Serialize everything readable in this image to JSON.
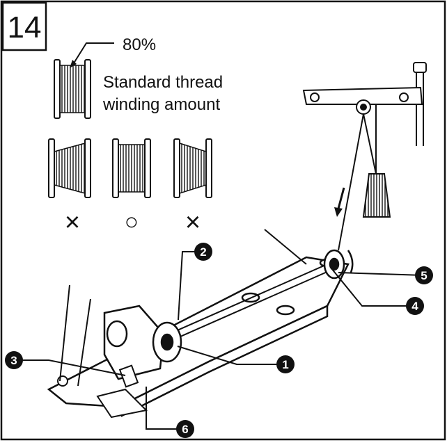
{
  "step_number": "14",
  "percent_label": "80%",
  "caption_line1": "Standard thread",
  "caption_line2": "winding amount",
  "bobbin_marks": [
    "×",
    "○",
    "×"
  ],
  "callouts": [
    "1",
    "2",
    "3",
    "4",
    "5",
    "6"
  ],
  "colors": {
    "ink": "#111111",
    "paper": "#ffffff"
  }
}
